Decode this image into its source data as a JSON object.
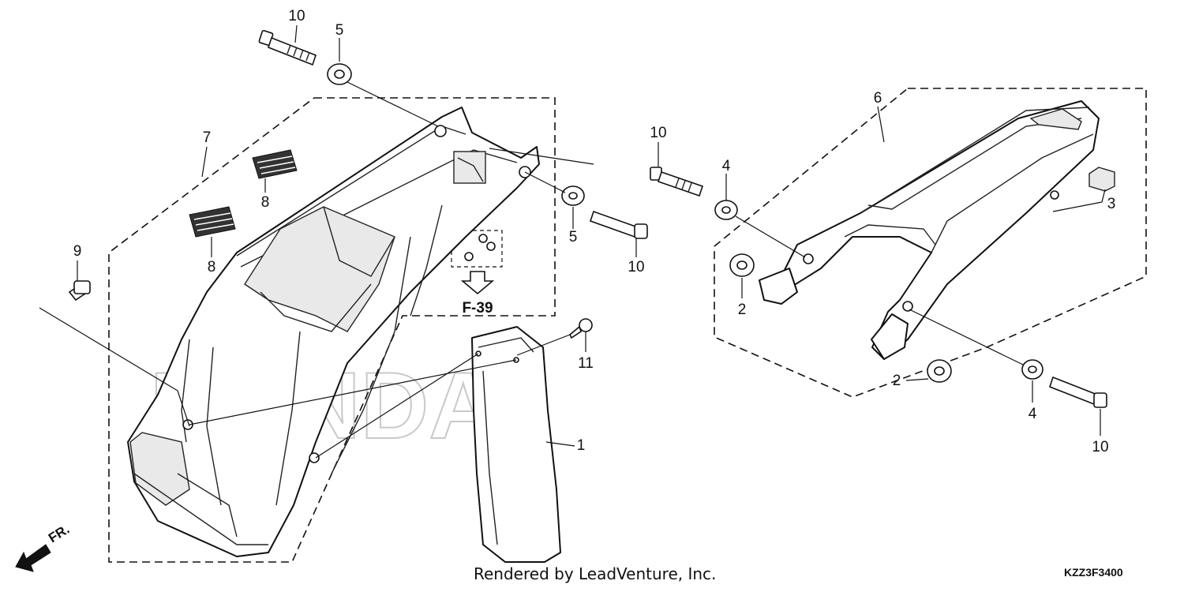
{
  "callouts": {
    "c10_top": "10",
    "c5_top": "5",
    "c7": "7",
    "c8_upper": "8",
    "c8_lower": "8",
    "c9": "9",
    "c5_mid": "5",
    "c10_mid": "10",
    "c11": "11",
    "c1": "1",
    "c6": "6",
    "c10_right": "10",
    "c4_upper": "4",
    "c3": "3",
    "c2_left": "2",
    "c2_right": "2",
    "c4_lower": "4",
    "c10_lower": "10"
  },
  "reference": {
    "label": "F-39"
  },
  "direction": {
    "label": "FR."
  },
  "watermark": {
    "text": "HONDA"
  },
  "footer": {
    "credit": "Rendered by LeadVenture, Inc.",
    "code": "KZZ3F3400"
  },
  "icons": [
    "arrow-down-icon",
    "front-direction-arrow-icon"
  ]
}
